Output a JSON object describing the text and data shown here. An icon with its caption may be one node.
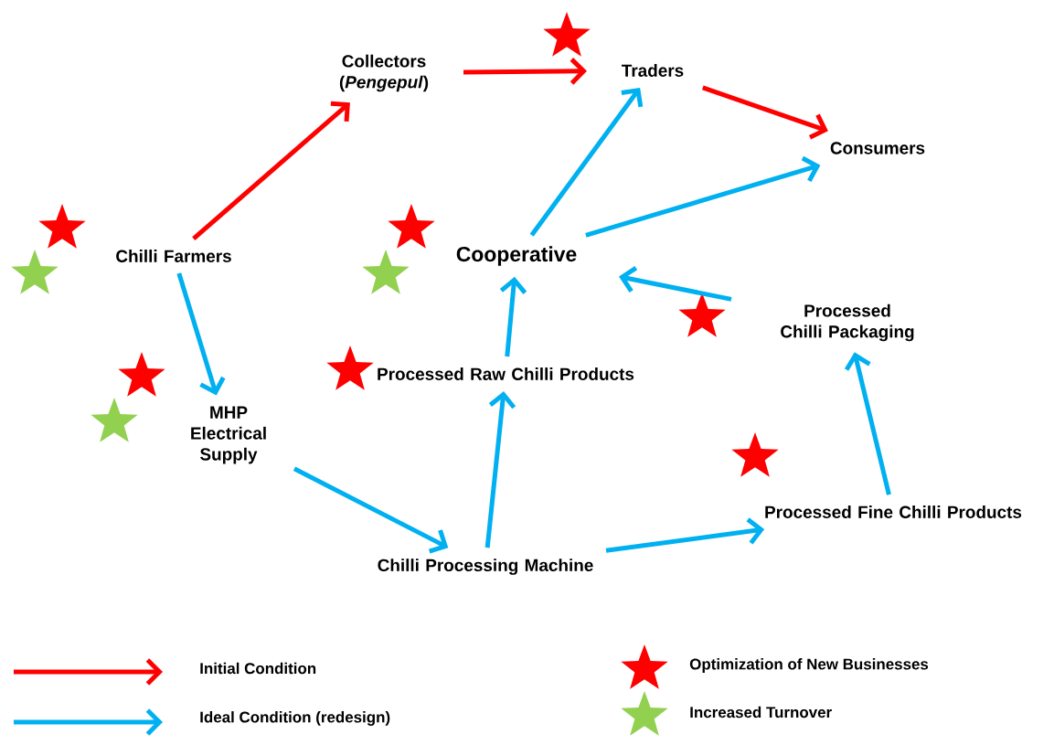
{
  "diagram": {
    "nodes": [
      {
        "text": [
          "Collectors (*Pengepul*)"
        ]
      },
      {
        "text": [
          "Traders"
        ]
      },
      {
        "text": [
          "Consumers"
        ]
      },
      {
        "text": [
          "Chilli Farmers"
        ]
      },
      {
        "text": [
          "Cooperative"
        ]
      },
      {
        "text": [
          "Processed Chilli Packaging"
        ]
      },
      {
        "text": [
          "MHP Electrical Supply"
        ]
      },
      {
        "text": [
          "Processed Raw Chilli Products"
        ]
      },
      {
        "text": [
          "Processed Fine Chilli Products"
        ]
      },
      {
        "text": [
          "Chilli Processing Machine"
        ]
      }
    ],
    "edges": [
      {
        "from": 3,
        "to": 0,
        "arrow": "to",
        "color": "#ff0000"
      },
      {
        "from": 0,
        "to": 1,
        "arrow": "to",
        "color": "#ff0000"
      },
      {
        "from": 1,
        "to": 2,
        "arrow": "to",
        "color": "#ff0000"
      },
      {
        "from": 3,
        "to": 6,
        "arrow": "to"
      },
      {
        "from": 4,
        "to": 1,
        "arrow": "to"
      },
      {
        "from": 4,
        "to": 2,
        "arrow": "to"
      },
      {
        "from": 5,
        "to": 4,
        "arrow": "to"
      },
      {
        "from": 7,
        "to": 4,
        "arrow": "to"
      },
      {
        "from": 9,
        "to": 7,
        "arrow": "to"
      },
      {
        "from": 6,
        "to": 9,
        "arrow": "to"
      },
      {
        "from": 9,
        "to": 8,
        "arrow": "to"
      },
      {
        "from": 8,
        "to": 5,
        "arrow": "to"
      }
    ],
    "legend": [
      {
        "text": "Initial Condition"
      },
      {
        "text": "Ideal Condition (redesign)"
      },
      {
        "text": "Optimization of New Businesses"
      },
      {
        "text": "Increased Turnover"
      }
    ]
  }
}
